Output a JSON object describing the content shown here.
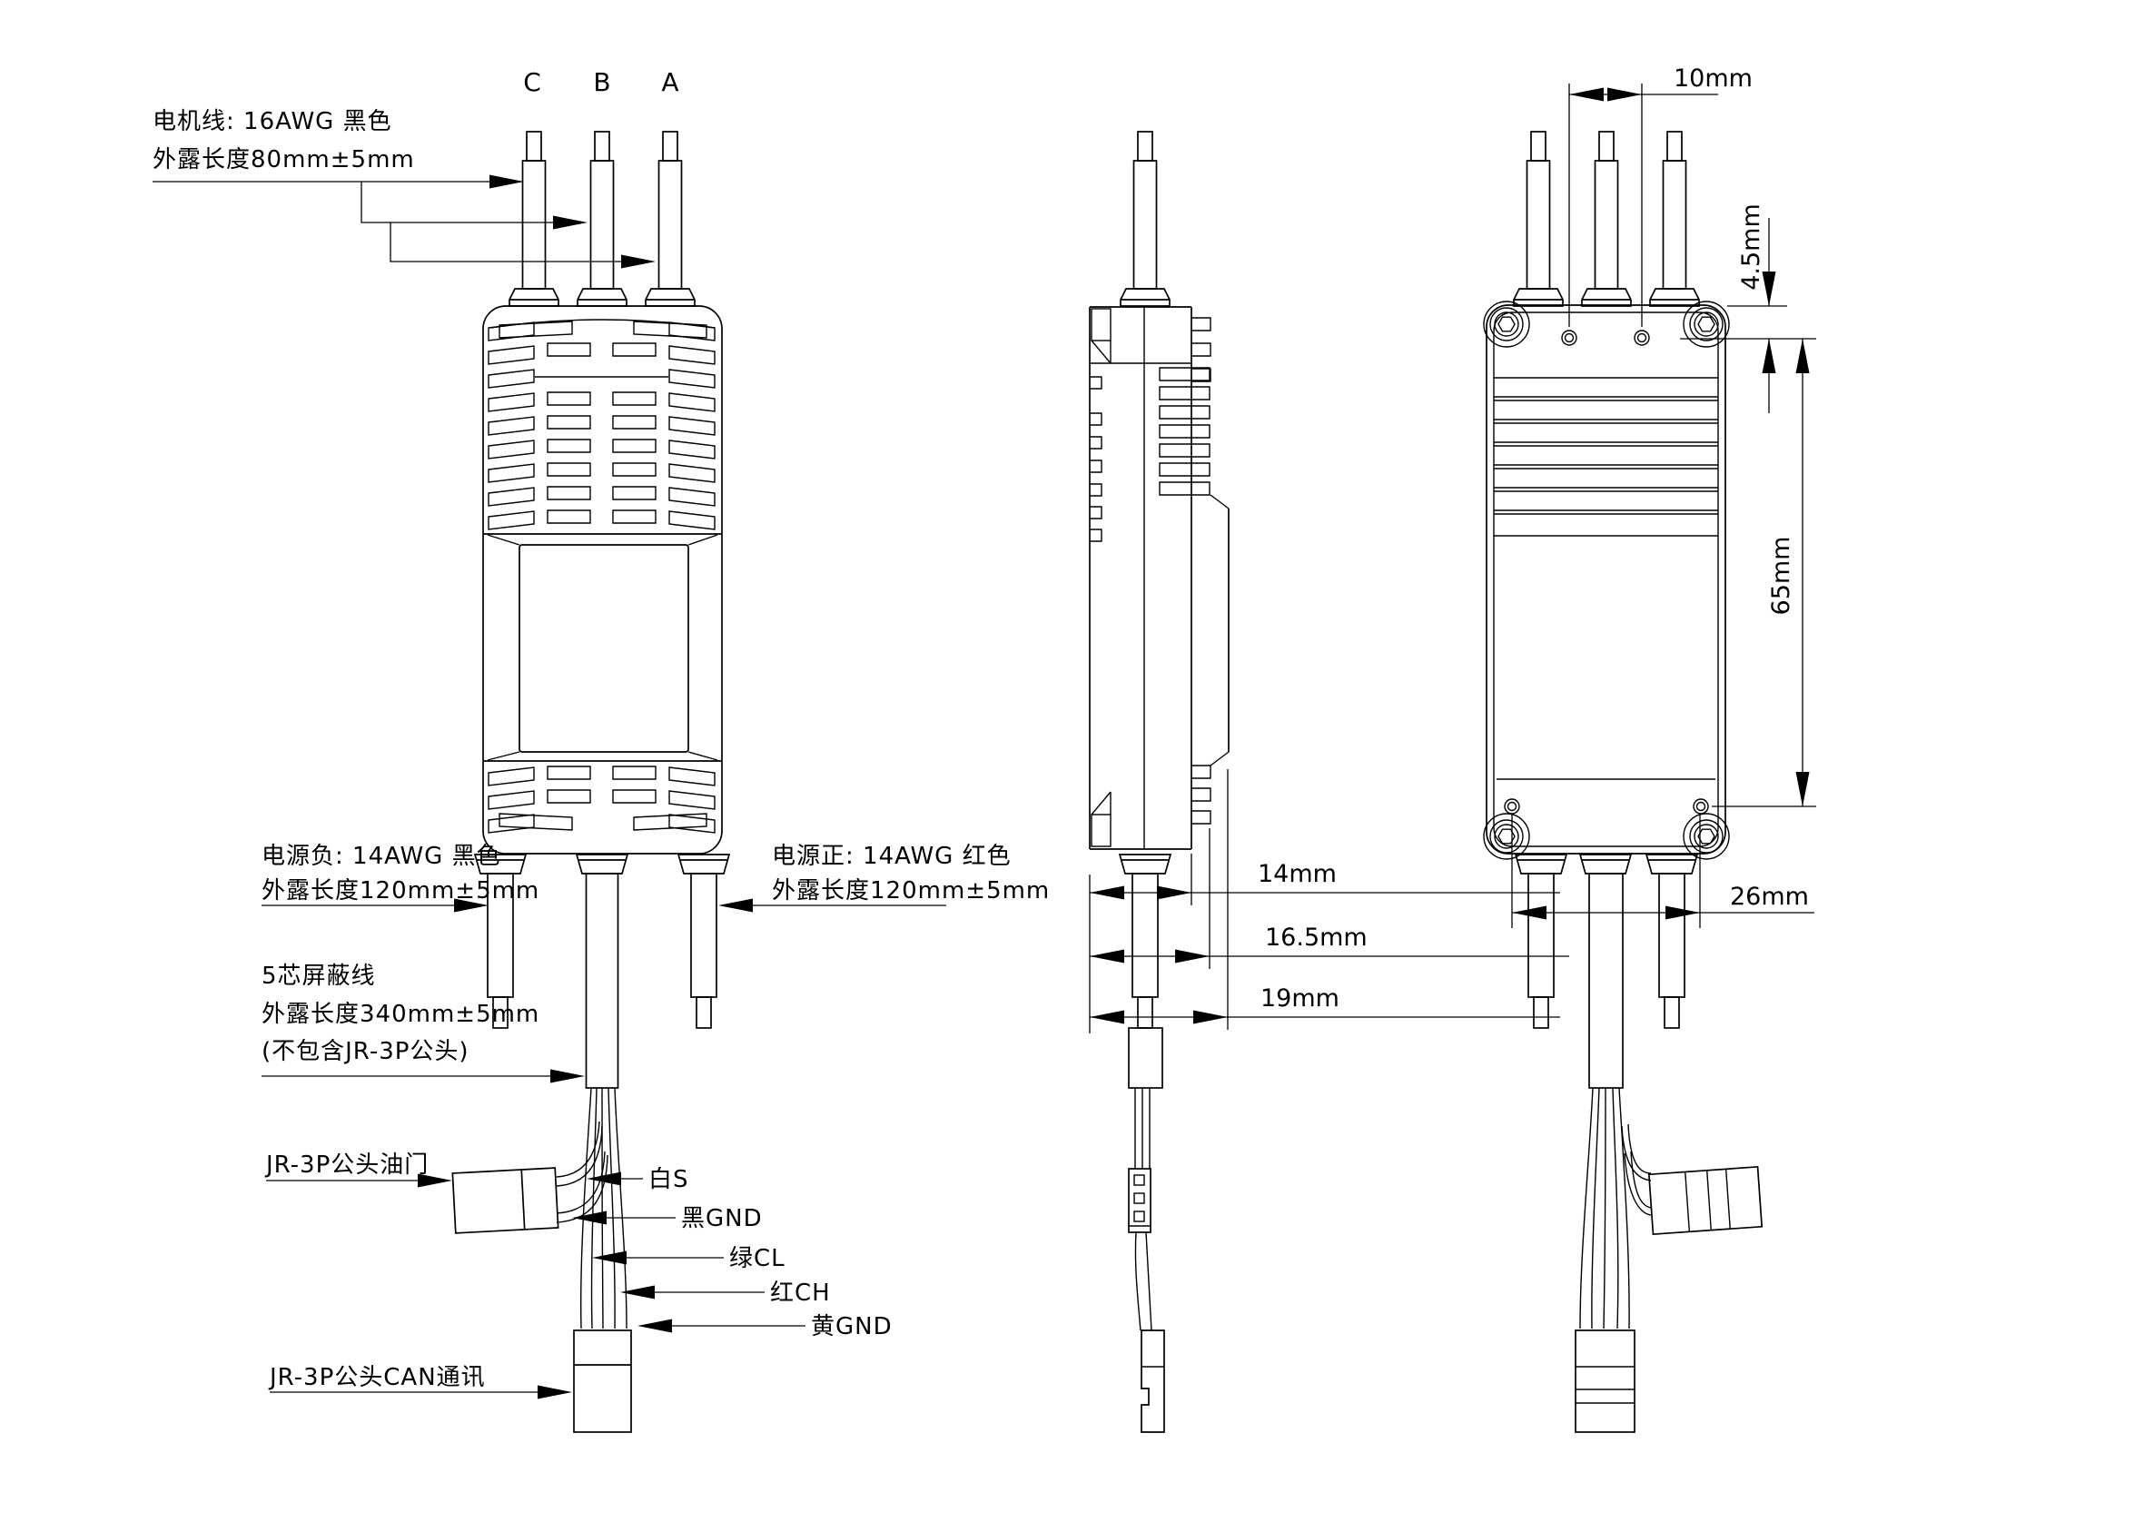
{
  "drawing": {
    "phase_labels": {
      "c": "C",
      "b": "B",
      "a": "A"
    },
    "notes": {
      "motor_wire": {
        "line1": "电机线: 16AWG 黑色",
        "line2": "外露长度80mm±5mm"
      },
      "power_negative": {
        "line1": "电源负: 14AWG 黑色",
        "line2": "外露长度120mm±5mm"
      },
      "power_positive": {
        "line1": "电源正: 14AWG 红色",
        "line2": "外露长度120mm±5mm"
      },
      "shielded_cable": {
        "line1": "5芯屏蔽线",
        "line2": "外露长度340mm±5mm",
        "line3": "(不包含JR-3P公头)"
      },
      "throttle_connector": "JR-3P公头油门",
      "can_connector": "JR-3P公头CAN通讯"
    },
    "wire_labels": {
      "white_s": "白S",
      "black_gnd": "黑GND",
      "green_cl": "绿CL",
      "red_ch": "红CH",
      "yellow_gnd": "黄GND"
    },
    "dimensions": {
      "side_width": "14mm",
      "side_width_fins": "16.5mm",
      "side_width_total": "19mm",
      "hole_spacing_top": "10mm",
      "hole_offset_top": "4.5mm",
      "hole_span_vertical": "65mm",
      "hole_spacing_bottom": "26mm"
    },
    "colors": {
      "line": "#000000",
      "background": "#ffffff"
    }
  }
}
